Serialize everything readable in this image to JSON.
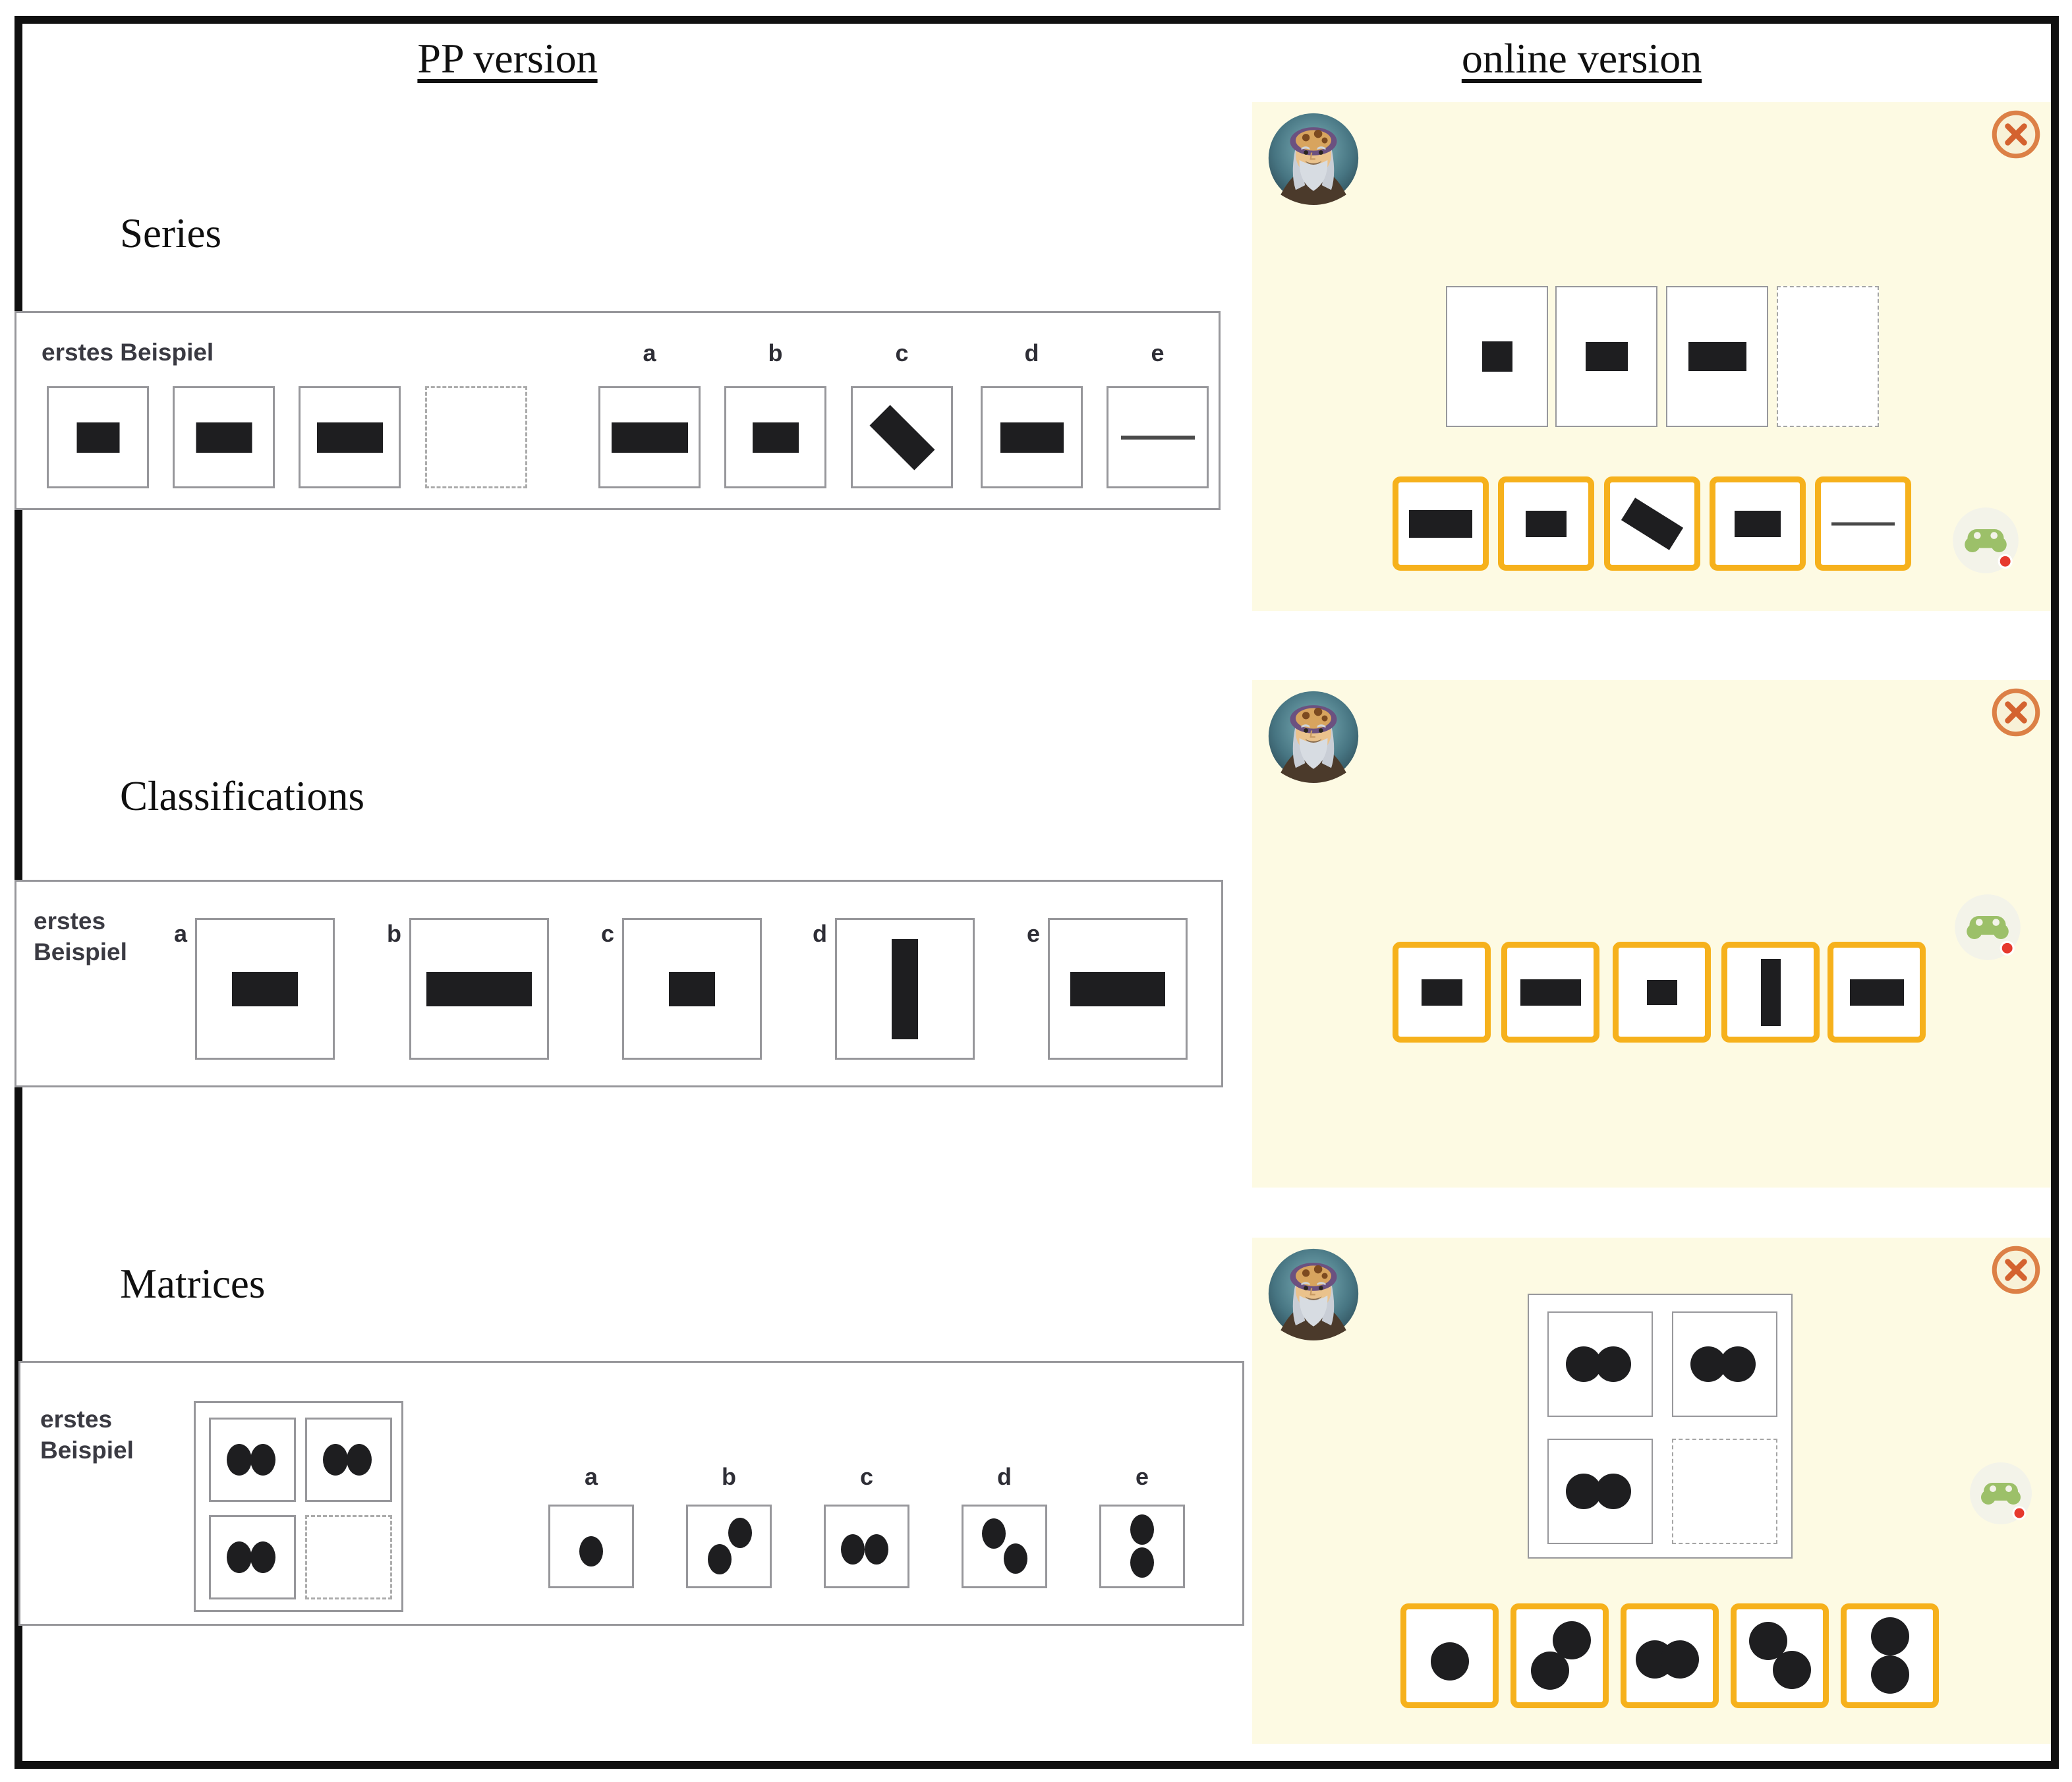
{
  "figure": {
    "pp_header": "PP version",
    "online_header": "online version"
  },
  "colors": {
    "panel_bg": "#FDFAE3",
    "answer_border": "#F6B11C",
    "bar": "#1E1E20",
    "pp_border": "#97979B",
    "close_orange": "#D4622F",
    "close_ring": "#DC8046",
    "gamepad_green": "#9CC069",
    "notification_red": "#E6392E"
  },
  "sections": {
    "series": {
      "title": "Series",
      "example_label": "erstes Beispiel",
      "pp_sequence": [
        {
          "kind": "bar",
          "w": 65,
          "h": 46
        },
        {
          "kind": "bar",
          "w": 85,
          "h": 46
        },
        {
          "kind": "bar",
          "w": 100,
          "h": 46
        },
        {
          "kind": "empty"
        }
      ],
      "pp_options": [
        {
          "letter": "a",
          "kind": "bar",
          "w": 116,
          "h": 46
        },
        {
          "letter": "b",
          "kind": "bar",
          "w": 70,
          "h": 46
        },
        {
          "letter": "c",
          "kind": "bar",
          "w": 96,
          "h": 44,
          "rot": 45
        },
        {
          "letter": "d",
          "kind": "bar",
          "w": 96,
          "h": 46
        },
        {
          "letter": "e",
          "kind": "line",
          "w": 112,
          "h": 6
        }
      ],
      "online_sequence": [
        {
          "kind": "bar",
          "w": 46,
          "h": 46
        },
        {
          "kind": "bar",
          "w": 64,
          "h": 44
        },
        {
          "kind": "bar",
          "w": 88,
          "h": 44
        },
        {
          "kind": "empty"
        }
      ],
      "online_answers": [
        {
          "kind": "bar",
          "w": 96,
          "h": 42
        },
        {
          "kind": "bar",
          "w": 62,
          "h": 40
        },
        {
          "kind": "bar",
          "w": 86,
          "h": 40,
          "rot": 32
        },
        {
          "kind": "bar",
          "w": 70,
          "h": 40
        },
        {
          "kind": "line",
          "w": 96,
          "h": 5
        }
      ]
    },
    "classifications": {
      "title": "Classifications",
      "example_label_line1": "erstes",
      "example_label_line2": "Beispiel",
      "pp_options": [
        {
          "letter": "a",
          "kind": "bar",
          "w": 100,
          "h": 52
        },
        {
          "letter": "b",
          "kind": "bar",
          "w": 160,
          "h": 52
        },
        {
          "letter": "c",
          "kind": "bar",
          "w": 70,
          "h": 52
        },
        {
          "letter": "d",
          "kind": "bar",
          "w": 40,
          "h": 152
        },
        {
          "letter": "e",
          "kind": "bar",
          "w": 144,
          "h": 52
        }
      ],
      "online_answers": [
        {
          "kind": "bar",
          "w": 62,
          "h": 40
        },
        {
          "kind": "bar",
          "w": 92,
          "h": 40
        },
        {
          "kind": "bar",
          "w": 46,
          "h": 38
        },
        {
          "kind": "bar",
          "w": 30,
          "h": 102
        },
        {
          "kind": "bar",
          "w": 82,
          "h": 40
        }
      ]
    },
    "matrices": {
      "title": "Matrices",
      "example_label_line1": "erstes",
      "example_label_line2": "Beispiel",
      "pp_matrix": [
        {
          "kind": "dots",
          "pattern": "pair"
        },
        {
          "kind": "dots",
          "pattern": "pair"
        },
        {
          "kind": "dots",
          "pattern": "pair"
        },
        {
          "kind": "empty"
        }
      ],
      "pp_options": [
        {
          "letter": "a",
          "kind": "dots",
          "pattern": "single"
        },
        {
          "letter": "b",
          "kind": "dots",
          "pattern": "diag_up"
        },
        {
          "letter": "c",
          "kind": "dots",
          "pattern": "horizontal"
        },
        {
          "letter": "d",
          "kind": "dots",
          "pattern": "diag_down"
        },
        {
          "letter": "e",
          "kind": "dots",
          "pattern": "vertical"
        }
      ],
      "online_matrix": [
        {
          "kind": "dots",
          "pattern": "pair"
        },
        {
          "kind": "dots",
          "pattern": "pair"
        },
        {
          "kind": "dots",
          "pattern": "pair"
        },
        {
          "kind": "empty"
        }
      ],
      "online_answers": [
        {
          "kind": "dots",
          "pattern": "single"
        },
        {
          "kind": "dots",
          "pattern": "diag_up"
        },
        {
          "kind": "dots",
          "pattern": "horizontal"
        },
        {
          "kind": "dots",
          "pattern": "diag_down"
        },
        {
          "kind": "dots",
          "pattern": "vertical"
        }
      ]
    }
  }
}
